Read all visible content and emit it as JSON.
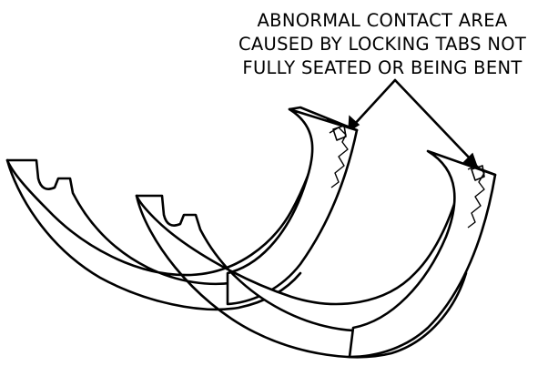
{
  "callout": {
    "line1": "ABNORMAL CONTACT AREA",
    "line2": "CAUSED BY LOCKING TABS NOT",
    "line3": "FULLY SEATED OR BEING BENT"
  },
  "colors": {
    "ink": "#000000",
    "paper": "#ffffff"
  }
}
